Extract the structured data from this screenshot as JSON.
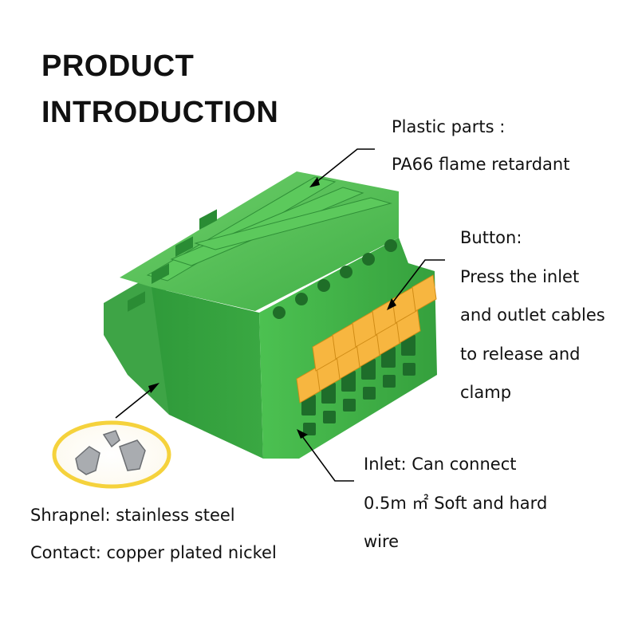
{
  "header": {
    "title_line1": "PRODUCT",
    "title_line2": "INTRODUCTION"
  },
  "callouts": {
    "plastic": {
      "line1": "Plastic parts :",
      "line2": "PA66 flame retardant"
    },
    "button": {
      "line1": "Button:",
      "line2": "Press the inlet",
      "line3": "and outlet cables",
      "line4": "to release and",
      "line5": "clamp"
    },
    "inlet": {
      "line1": "Inlet: Can connect",
      "line2": "0.5m ㎡ Soft and hard",
      "line3": "wire"
    },
    "shrapnel": {
      "line1": "Shrapnel: stainless steel",
      "line2": "Contact: copper plated nickel"
    }
  },
  "colors": {
    "housing_green": "#43b649",
    "button_orange": "#f7b640",
    "ellipse_yellow": "#f7d64a"
  }
}
